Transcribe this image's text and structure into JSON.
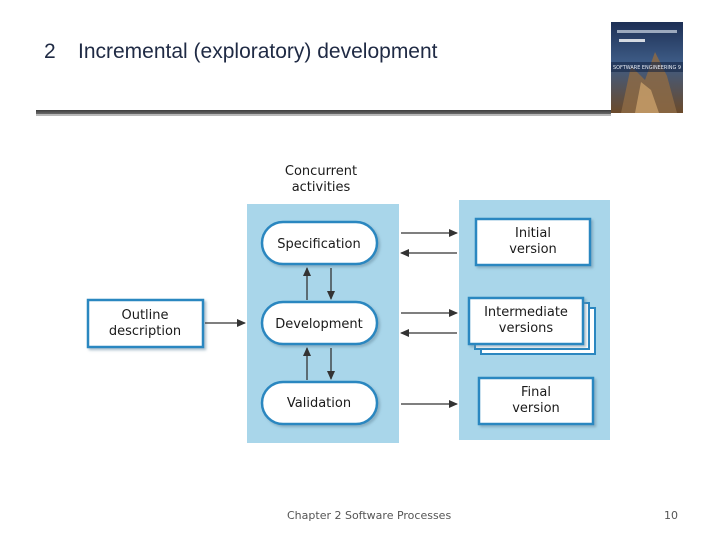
{
  "slide": {
    "number": "2",
    "title": "Incremental (exploratory) development"
  },
  "diagram": {
    "header": [
      "Concurrent",
      "activities"
    ],
    "input": [
      "Outline",
      "description"
    ],
    "activities": [
      "Specification",
      "Development",
      "Validation"
    ],
    "outputs": {
      "initial": [
        "Initial",
        "version"
      ],
      "intermediate": [
        "Intermediate",
        "versions"
      ],
      "final": [
        "Final",
        "version"
      ]
    },
    "cover_text": "SOFTWARE ENGINEERING 9",
    "colors": {
      "panel": "#a9d6ea",
      "box_border": "#2b87c0",
      "node_fill": "#ffffff",
      "arrow": "#333333"
    }
  },
  "footer": {
    "center": "Chapter 2 Software Processes",
    "page": "10"
  }
}
